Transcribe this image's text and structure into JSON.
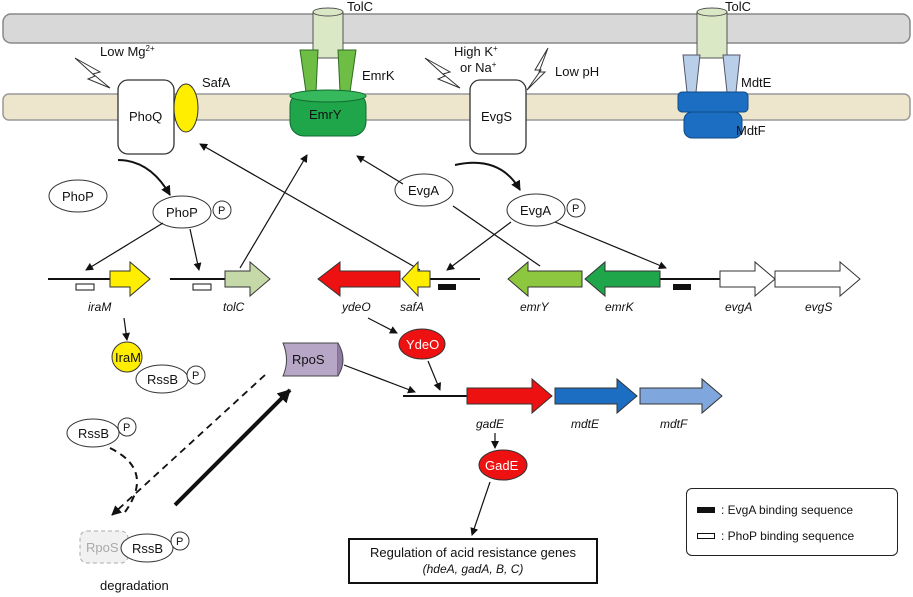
{
  "proteins": {
    "tolc_1": "TolC",
    "tolc_2": "TolC",
    "emrk": "EmrK",
    "emry": "EmrY",
    "mdte": "MdtE",
    "mdtf": "MdtF",
    "phoq": "PhoQ",
    "safa": "SafA",
    "evgs": "EvgS",
    "phop": "PhoP",
    "phop_p": "PhoP",
    "evga": "EvgA",
    "evga_p": "EvgA",
    "iram": "IraM",
    "rssb_1": "RssB",
    "rssb_2": "RssB",
    "rssb_3": "RssB",
    "rpos_1": "RpoS",
    "rpos_2": "RpoS",
    "ydeo": "YdeO",
    "gade": "GadE",
    "phospho": "P"
  },
  "signals": {
    "low_mg": "Low Mg",
    "low_mg_sup": "2+",
    "high_k_line1": "High K",
    "high_k_sup": "+",
    "high_k_line2": "or Na",
    "high_na_sup": "+",
    "low_ph": "Low pH"
  },
  "genes": {
    "iram": "iraM",
    "tolc": "tolC",
    "ydeo": "ydeO",
    "safa": "safA",
    "emry": "emrY",
    "emrk": "emrK",
    "evga": "evgA",
    "evgs": "evgS",
    "gade": "gadE",
    "mdte": "mdtE",
    "mdtf": "mdtF"
  },
  "degradation": "degradation",
  "regulation": {
    "line1": "Regulation of acid resistance genes",
    "line2": "(hdeA, gadA, B, C)"
  },
  "legend": {
    "evga_binding": ": EvgA binding sequence",
    "phop_binding": ": PhoP binding sequence"
  },
  "colors": {
    "yellow": "#ffee00",
    "light_green": "#8dc63f",
    "dark_green": "#1fa54a",
    "red": "#ee1111",
    "blue": "#1b6ec2",
    "light_blue": "#7fa6dd",
    "tol_green": "#c5d9a8",
    "rpos_purple": "#b7a6c6",
    "membrane_outer": "#d8d8d8",
    "membrane_inner": "#ede5cc"
  }
}
